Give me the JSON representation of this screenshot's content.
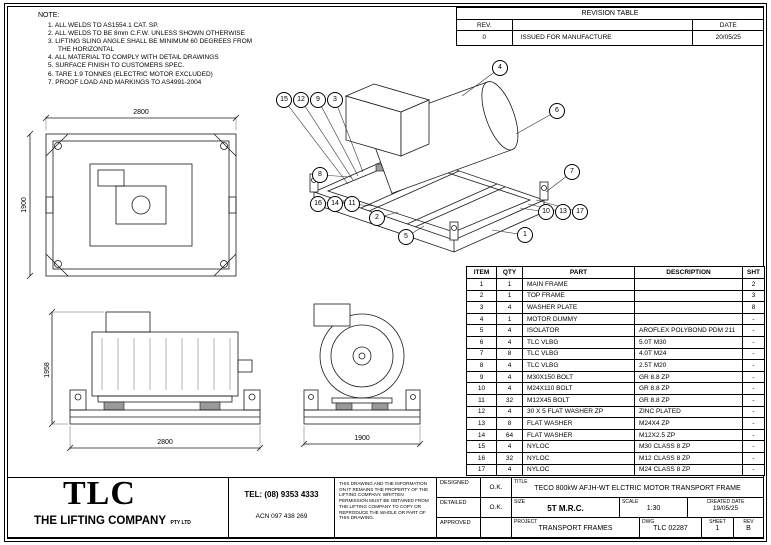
{
  "notes": {
    "heading": "NOTE:",
    "items": [
      "1. ALL WELDS TO AS1554.1 CAT. SP.",
      "2. ALL WELDS TO BE 8mm C.F.W. UNLESS SHOWN OTHERWISE",
      "3. LIFTING SLING ANGLE SHALL BE MINIMUM 60 DEGREES FROM THE HORIZONTAL",
      "4. ALL MATERIAL TO COMPLY WITH DETAIL DRAWINGS",
      "5. SURFACE FINISH TO CUSTOMERS SPEC.",
      "6. TARE 1.9 TONNES (ELECTRIC MOTOR EXCLUDED)",
      "7. PROOF LOAD AND MARKINGS TO AS4991-2004"
    ]
  },
  "revision_table": {
    "title": "REVISION TABLE",
    "col_rev": "REV.",
    "col_desc": "",
    "col_date": "DATE",
    "rows": [
      {
        "rev": "0",
        "desc": "ISSUED FOR MANUFACTURE",
        "date": "20/05/25"
      }
    ]
  },
  "bom": {
    "headers": [
      "ITEM",
      "QTY",
      "PART",
      "DESCRIPTION",
      "SHT"
    ],
    "rows": [
      [
        "1",
        "1",
        "MAIN FRAME",
        "",
        "2"
      ],
      [
        "2",
        "1",
        "TOP FRAME",
        "",
        "3"
      ],
      [
        "3",
        "4",
        "WASHER PLATE",
        "",
        "8"
      ],
      [
        "4",
        "1",
        "MOTOR DUMMY",
        "",
        "-"
      ],
      [
        "5",
        "4",
        "ISOLATOR",
        "AROFLEX POLYBOND PDM 211",
        "-"
      ],
      [
        "6",
        "4",
        "TLC VLBG",
        "5.0T M30",
        "-"
      ],
      [
        "7",
        "8",
        "TLC VLBG",
        "4.0T M24",
        "-"
      ],
      [
        "8",
        "4",
        "TLC VLBG",
        "2.5T M20",
        "-"
      ],
      [
        "9",
        "4",
        "M30X150 BOLT",
        "GR 8.8 ZP",
        "-"
      ],
      [
        "10",
        "4",
        "M24X110 BOLT",
        "GR 8.8 ZP",
        "-"
      ],
      [
        "11",
        "32",
        "M12X45 BOLT",
        "GR 8.8 ZP",
        "-"
      ],
      [
        "12",
        "4",
        "30 X 5 FLAT WASHER ZP",
        "ZINC PLATED",
        "-"
      ],
      [
        "13",
        "8",
        "FLAT WASHER",
        "M24X4 ZP",
        "-"
      ],
      [
        "14",
        "64",
        "FLAT WASHER",
        "M12X2.5 ZP",
        "-"
      ],
      [
        "15",
        "4",
        "NYLOC",
        "M30 CLASS 8 ZP",
        "-"
      ],
      [
        "16",
        "32",
        "NYLOC",
        "M12 CLASS 8 ZP",
        "-"
      ],
      [
        "17",
        "4",
        "NYLOC",
        "M24 CLASS 8 ZP",
        "-"
      ]
    ]
  },
  "balloons": [
    "15",
    "12",
    "9",
    "3",
    "4",
    "6",
    "8",
    "7",
    "16",
    "14",
    "11",
    "2",
    "5",
    "1",
    "10",
    "13",
    "17"
  ],
  "dimensions": {
    "top_view_width": "2800",
    "top_view_height": "1900",
    "front_view_height": "1958",
    "front_view_width": "2800",
    "side_view_width": "1900"
  },
  "title_block": {
    "logo": "TLC",
    "company": "THE LIFTING COMPANY",
    "company_suffix": "PTY LTD",
    "tel": "TEL: (08) 9353 4333",
    "acn": "ACN 097 438 269",
    "legal": "THIS DRAWING AND THE INFORMATION ON IT REMAINS THE PROPERTY OF THE LIFTING COMPANY. WRITTEN PERMISSION MUST BE OBTAINED FROM THE LIFTING COMPANY TO COPY OR REPRODUCE THE WHOLE OR PART OF THIS DRAWING.",
    "designed_label": "DESIGNED",
    "designed_value": "O.K.",
    "detailed_label": "DETAILED",
    "detailed_value": "O.K.",
    "approved_label": "APPROVED",
    "approved_value": "",
    "title_label": "TITLE",
    "title_value": "TECO 800kW AFJH-WT ELCTRIC MOTOR TRANSPORT FRAME",
    "size_label": "SIZE",
    "size_value": "5T M.R.C.",
    "scale_label": "SCALE",
    "scale_value": "1:30",
    "created_label": "CREATED DATE",
    "created_value": "19/05/25",
    "project_label": "PROJECT",
    "project_value": "TRANSPORT FRAMES",
    "dwg_label": "DWG",
    "dwg_value": "TLC 02287",
    "sheet_label": "SHEET",
    "sheet_value": "1",
    "rev_label": "REV",
    "rev_value": "B"
  }
}
